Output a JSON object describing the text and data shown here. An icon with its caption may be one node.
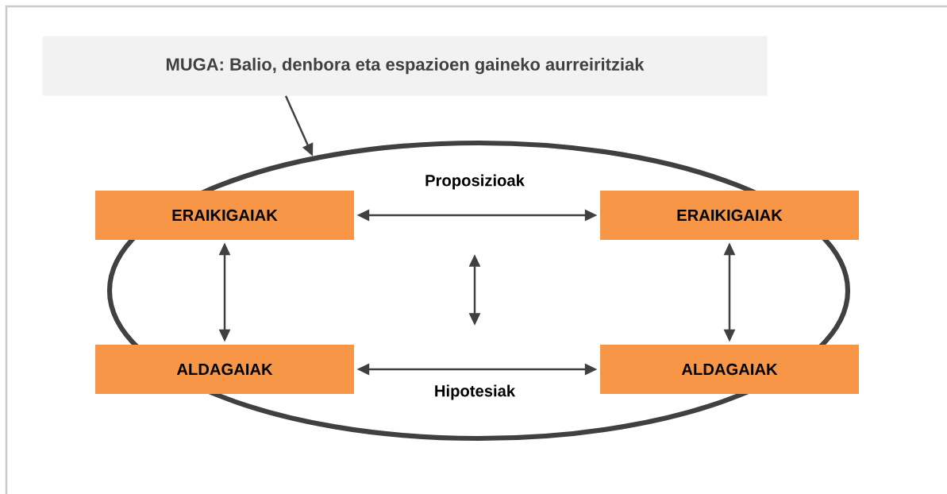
{
  "diagram": {
    "nodes": [
      {
        "text": [
          "MUGA: Balio, denbora eta espazioen gaineko aurreiritziak"
        ]
      },
      {
        "text": [],
        "shape": "ellipse"
      },
      {
        "text": [
          "ERAIKIGAIAK"
        ],
        "in": 1
      },
      {
        "text": [
          "ERAIKIGAIAK"
        ],
        "in": 1
      },
      {
        "text": [
          "ALDAGAIAK"
        ],
        "in": 1
      },
      {
        "text": [
          "ALDAGAIAK"
        ],
        "in": 1
      }
    ],
    "edges": [
      {
        "from": 0,
        "to": 1,
        "arrow": "to"
      },
      {
        "from": 2,
        "to": 3,
        "arrow": "both",
        "label": "Proposizioak"
      },
      {
        "from": 2,
        "to": 4,
        "arrow": "both"
      },
      {
        "from": 3,
        "to": 5,
        "arrow": "both"
      },
      {
        "from": 4,
        "to": 5,
        "arrow": "both",
        "label": "Hipotesiak"
      }
    ]
  }
}
